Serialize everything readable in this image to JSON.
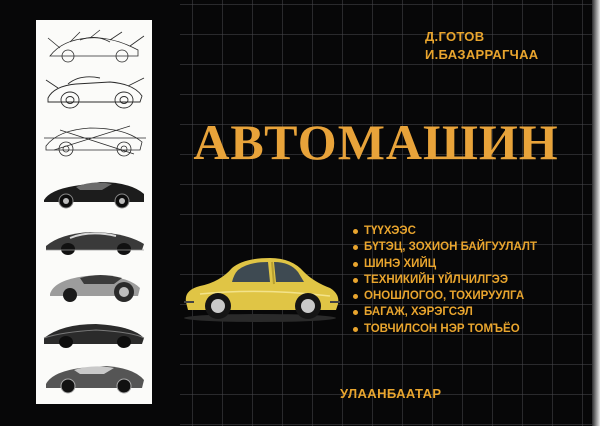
{
  "cover": {
    "authors": [
      "Д.ГОТОВ",
      "И.БАЗАРРАГЧАА"
    ],
    "title": "АВТОМАШИН",
    "topics": [
      "ТҮҮХЭЭС",
      "БҮТЭЦ, ЗОХИОН БАЙГУУЛАЛТ",
      "ШИНЭ ХИЙЦ",
      "ТЕХНИКИЙН ҮЙЛЧИЛГЭЭ",
      "ОНОШЛОГОО, ТОХИРУУЛГА",
      "БАГАЖ, ХЭРЭГСЭЛ",
      "ТОВЧИЛСОН НЭР ТОМЪЁО"
    ],
    "city": "УЛААНБААТАР"
  },
  "colors": {
    "background": "#070708",
    "accent": "#e9a52e",
    "title": "#e8a33a",
    "car_body": "#e0c545",
    "sketch_ink": "#2b2b2b"
  },
  "images": {
    "sketches": [
      "car-sketch-wireframe-icon",
      "car-sketch-roadster-icon",
      "car-sketch-construction-icon",
      "car-render-sports-coupe-icon",
      "car-render-concept-icon",
      "car-render-silver-concept-icon",
      "car-render-dark-concept-icon",
      "car-render-grey-coupe-icon"
    ],
    "car": "yellow-beetle-car-icon"
  }
}
